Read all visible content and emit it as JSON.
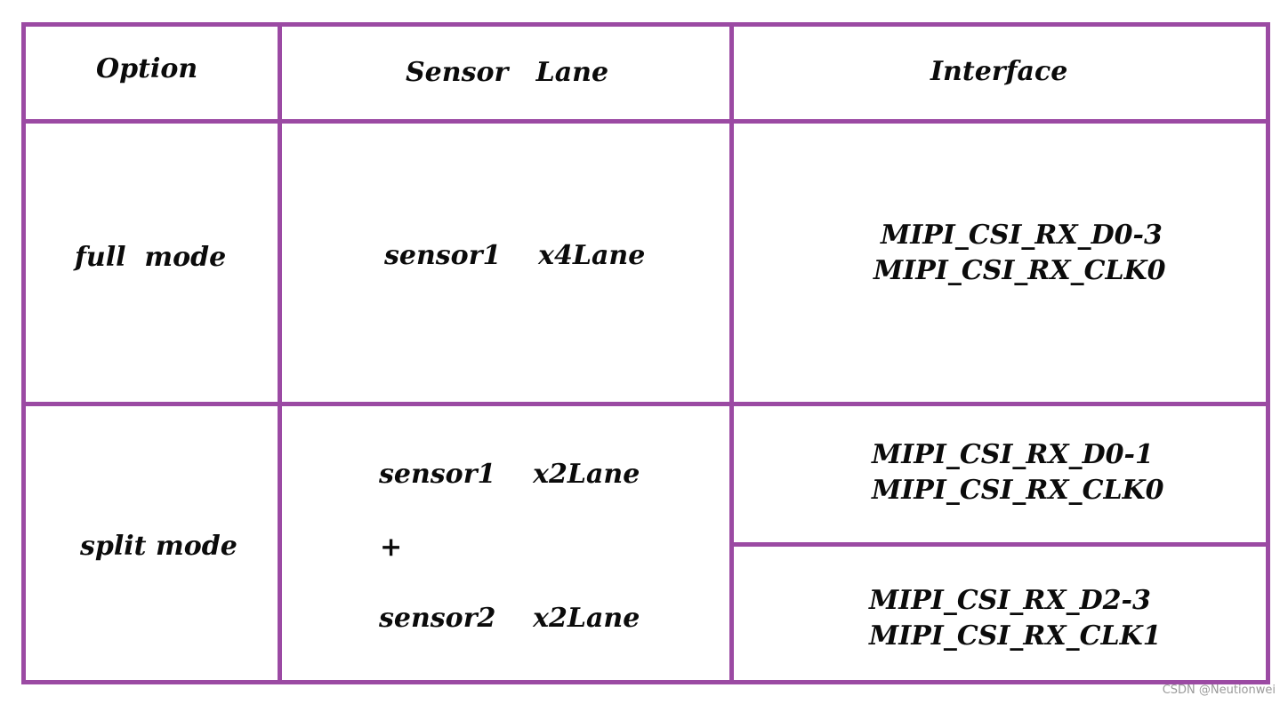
{
  "table": {
    "border_color": "#9b4aa3",
    "headers": {
      "option": "Option",
      "sensor_lane": "Sensor   Lane",
      "interface": "Interface"
    },
    "rows": [
      {
        "option": "full  mode",
        "sensor_lane": "sensor1    x4Lane",
        "interface": [
          "MIPI_CSI_RX_D0-3",
          "MIPI_CSI_RX_CLK0"
        ]
      },
      {
        "option": "split mode",
        "sensor_lane_1": "sensor1    x2Lane",
        "plus": "+",
        "sensor_lane_2": "sensor2    x2Lane",
        "interface_1": [
          "MIPI_CSI_RX_D0-1",
          "MIPI_CSI_RX_CLK0"
        ],
        "interface_2": [
          "MIPI_CSI_RX_D2-3",
          "MIPI_CSI_RX_CLK1"
        ]
      }
    ]
  },
  "watermark": "CSDN @Neutionwei"
}
